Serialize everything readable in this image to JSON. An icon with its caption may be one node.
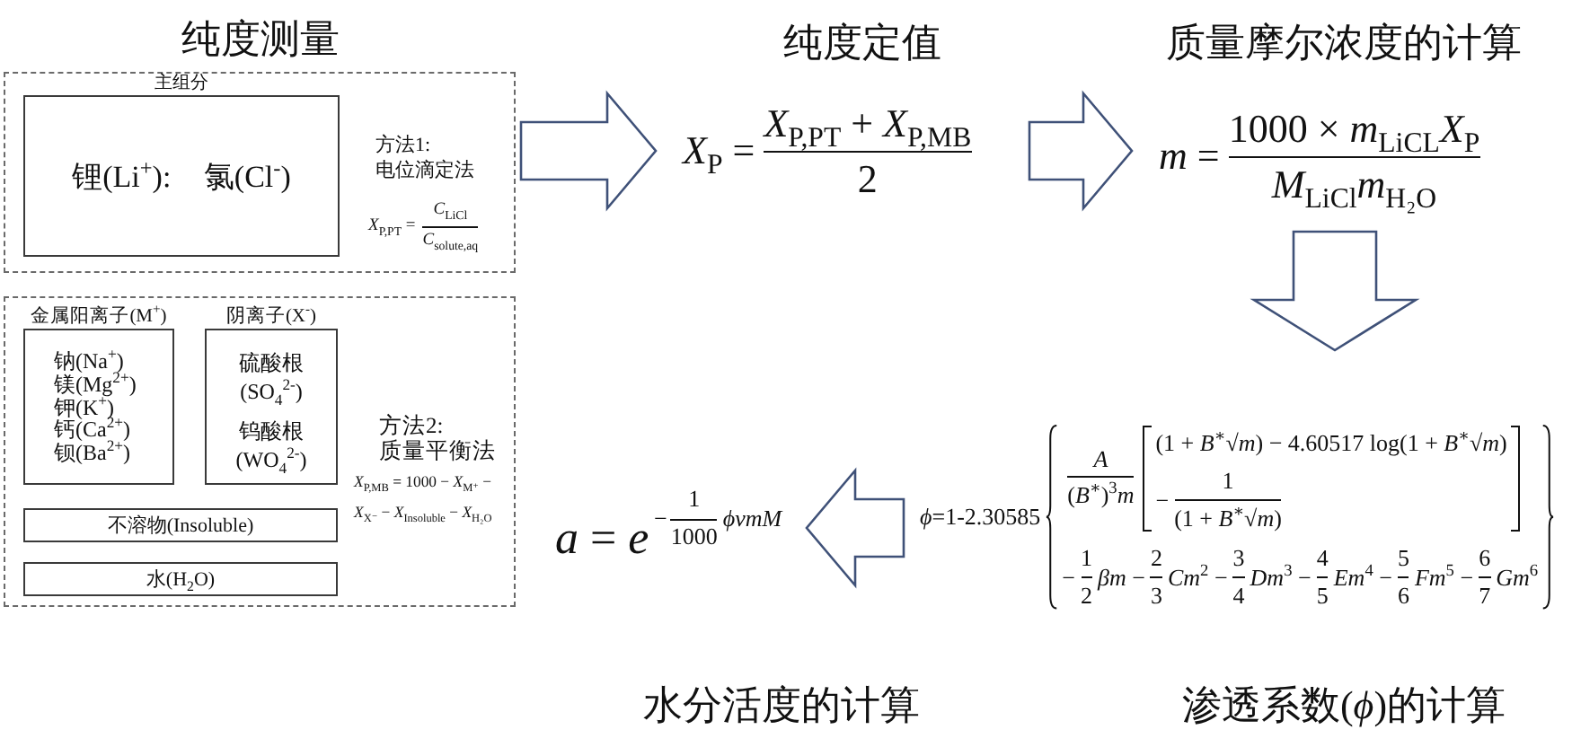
{
  "diagram": {
    "nodes": [
      {
        "text": [
          "方法1:",
          "电位滴定法",
          "*X*$_{P,PT}$ =",
          "*C*$_{LiCl}$",
          "*C*$_{solute,aq}$"
        ]
      },
      {
        "text": [
          "主组分",
          "锂(Li$^{+}$): 氯(Cl$^{-}$)"
        ],
        "in": 0
      },
      {
        "text": [
          "方法2:",
          "质量平衡法",
          "*X*$_{P,MB}$ = 1000 − *X*$_{M⁺}$ − *X*$_{X⁻}$ − *X*$_{Insoluble}$ − *X*$_{H₂O}$"
        ]
      },
      {
        "text": [
          "金属阳离子(M$^{+}$)",
          "钠(Na$^{+}$)",
          "镁(Mg$^{2+}$)",
          "钾(K$^{+}$)",
          "钙(Ca$^{2+}$)",
          "钡(Ba$^{2+}$)"
        ],
        "in": 2
      },
      {
        "text": [
          "阴离子(X$^{-}$)",
          "硫酸根",
          "(SO$_{4}$$^{2-}$)",
          "钨酸根",
          "(WO$_{4}$$^{2-}$)"
        ],
        "in": 2
      },
      {
        "text": [
          "不溶物(Insoluble)"
        ],
        "in": 2
      },
      {
        "text": [
          "水(H$_{2}$O)"
        ],
        "in": 2
      },
      {
        "text": [
          "*X*$_{P}$ =",
          "*X*$_{P,PT}$ + *X*$_{P,MB}$",
          "2"
        ]
      },
      {
        "text": [
          "*m* =",
          "1000 × *m*$_{LiCL}$*X*$_{P}$",
          "*M*$_{LiCl}$*m*$_{H₂O}$"
        ]
      },
      {
        "text": [
          "*a* = *e*",
          "−",
          "1",
          "1000",
          "ϕνmM"
        ]
      },
      {
        "text": [
          "*ϕ*=1-2.30585",
          "A",
          "(*B*$^{∗}$)$^{3}$*m*",
          "(1 + *B*$^{∗}$√*m*) − 4.60517 log(1 + *B*$^{∗}$√*m*)",
          "−",
          "1",
          "(1 + *B*$^{∗}$√*m*)",
          "−",
          "1",
          "2",
          "*βm* −",
          "2",
          "3",
          "*Cm*$^{2}$ −",
          "3",
          "4",
          "*Dm*$^{3}$ −",
          "4",
          "5",
          "*Em*$^{4}$ −",
          "5",
          "6",
          "*Fm*$^{5}$ −",
          "6",
          "7",
          "*Gm*$^{6}$"
        ]
      }
    ],
    "edges": [
      {
        "from": 0,
        "to": 7,
        "arrow": "to"
      },
      {
        "from": 7,
        "to": 8,
        "arrow": "to"
      },
      {
        "from": 8,
        "to": 10,
        "arrow": "to"
      },
      {
        "from": 10,
        "to": 9,
        "arrow": "to"
      }
    ],
    "labels": [
      "纯度测量",
      "纯度定值",
      "质量摩尔浓度的计算",
      "水分活度的计算",
      "渗透系数(*ϕ*)的计算"
    ]
  }
}
